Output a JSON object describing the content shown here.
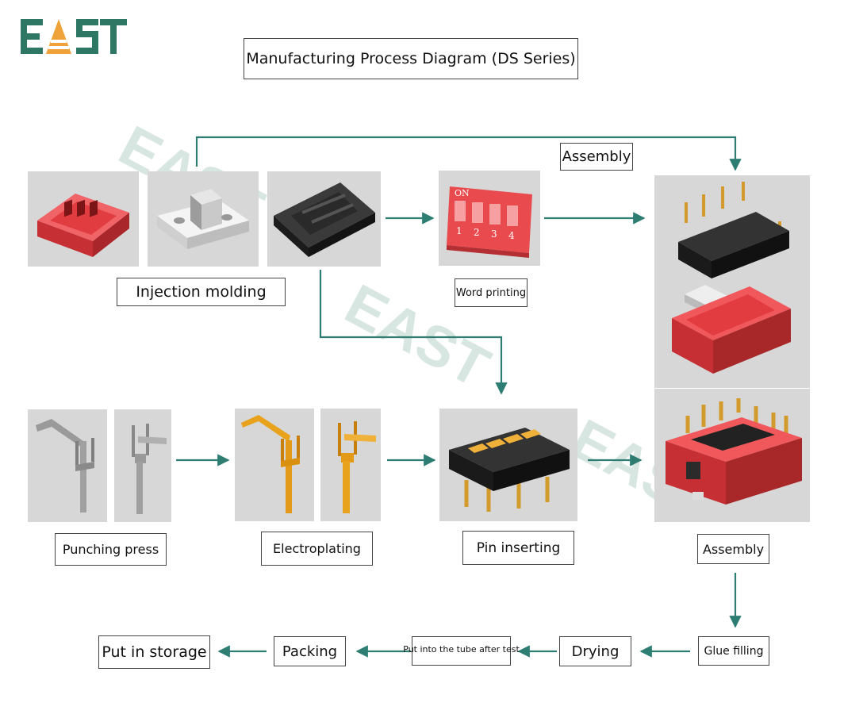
{
  "logo": {
    "text": "EAST",
    "color": "#2e7764",
    "accent": "#f0a23a"
  },
  "title": "Manufacturing Process Diagram (DS Series)",
  "labels": {
    "injection_molding": "Injection molding",
    "word_printing": "Word printing",
    "assembly_top": "Assembly",
    "punching_press": "Punching press",
    "electroplating": "Electroplating",
    "pin_inserting": "Pin inserting",
    "assembly_right": "Assembly",
    "glue_filling": "Glue filling",
    "drying": "Drying",
    "put_into_tube": "Put into the tube after test",
    "packing": "Packing",
    "put_in_storage": "Put in storage"
  },
  "switch_marks": {
    "on": "ON",
    "n1": "1",
    "n2": "2",
    "n3": "3",
    "n4": "4"
  },
  "colors": {
    "arrow": "#2e7d72",
    "red_part": "#e03a3e",
    "black_part": "#2a2a2a",
    "gold_pin": "#e8a21c",
    "photo_bg": "#d7d7d7"
  }
}
